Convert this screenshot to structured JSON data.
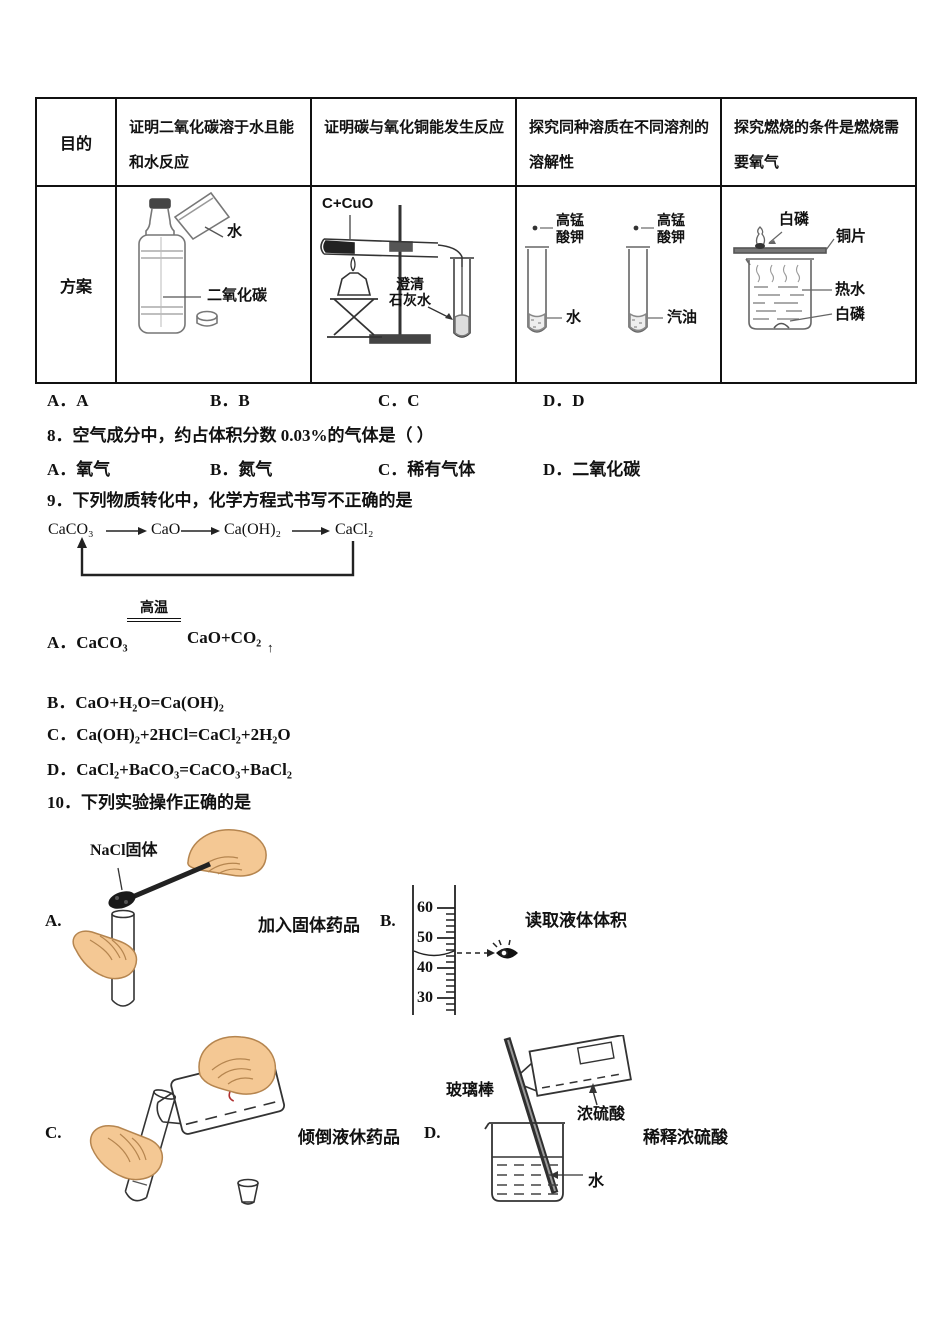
{
  "table": {
    "purpose_label": "目的",
    "plan_label": "方案",
    "headers": {
      "a": "证明二氧化碳溶于水且能和水反应",
      "b": "证明碳与氧化铜能发生反应",
      "c": "探究同种溶质在不同溶剂的溶解性",
      "d": "探究燃烧的条件是燃烧需要氧气"
    },
    "diagram_a": {
      "water": "水",
      "co2": "二氧化碳"
    },
    "diagram_b": {
      "reactants": "C+CuO",
      "limewater1": "澄清",
      "limewater2": "石灰水"
    },
    "diagram_c": {
      "kmno4_l1": "高锰",
      "kmno4_l2": "酸钾",
      "water": "水",
      "gasoline": "汽油"
    },
    "diagram_d": {
      "wp_top": "白磷",
      "copper": "铜片",
      "hot_water": "热水",
      "wp_bottom": "白磷"
    }
  },
  "q7_options": {
    "a": "A．A",
    "b": "B．B",
    "c": "C．C",
    "d": "D．D"
  },
  "q8": {
    "stem": "8．空气成分中，约占体积分数 0.03%的气体是（ ）",
    "options": {
      "a": "A．氧气",
      "b": "B．氮气",
      "c": "C．稀有气体",
      "d": "D．二氧化碳"
    }
  },
  "q9": {
    "stem": "9．下列物质转化中，化学方程式书写不正确的是",
    "chain": {
      "s1": "CaCO₃",
      "s2": "CaO",
      "s3": "Ca(OH)₂",
      "s4": "CaCl₂"
    },
    "option_a": {
      "lhs": "A．CaCO₃",
      "condition": "高温",
      "rhs": "CaO+CO₂",
      "gas_arrow": "↑"
    },
    "option_b": "B．CaO+H₂O=Ca(OH)₂",
    "option_c": "C．Ca(OH)₂+2HCl=CaCl₂+2H₂O",
    "option_d": "D．CaCl₂+BaCO₃=CaCO₃+BaCl₂"
  },
  "q10": {
    "stem": "10．下列实验操作正确的是",
    "fig_a": {
      "label": "A.",
      "caption": "加入固体药品",
      "nacl": "NaCl固体"
    },
    "fig_b": {
      "label": "B.",
      "caption": "读取液体体积",
      "scale": [
        "60",
        "50",
        "40",
        "30"
      ]
    },
    "fig_c": {
      "label": "C.",
      "caption": "倾倒液休药品"
    },
    "fig_d": {
      "label": "D.",
      "caption": "稀释浓硫酸",
      "glass_rod": "玻璃棒",
      "acid": "浓硫酸",
      "water": "水"
    }
  }
}
